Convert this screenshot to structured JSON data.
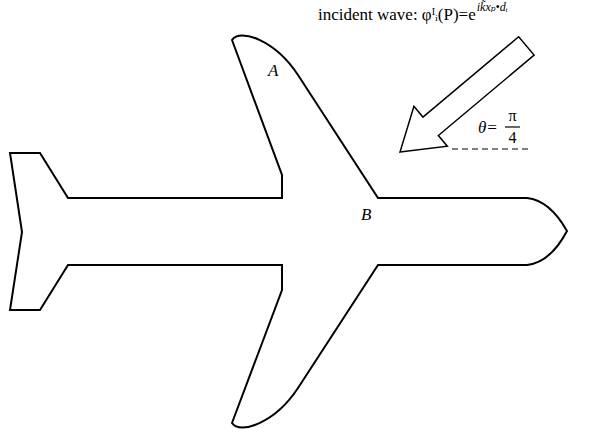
{
  "diagram": {
    "labels": [
      "incident wave: φᴵᵢ(P)=e",
      "ik̃xₚ•dᵢ",
      "θ=",
      "π",
      "4",
      "A",
      "B"
    ]
  }
}
